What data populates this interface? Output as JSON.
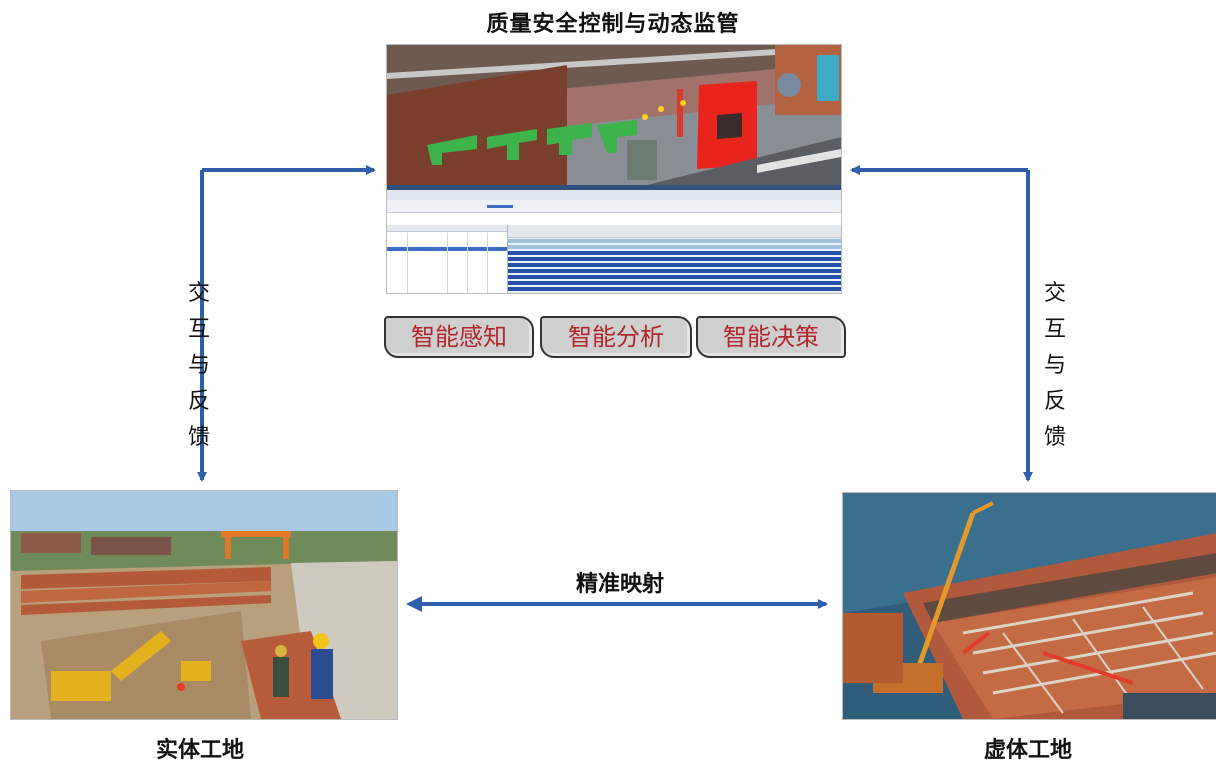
{
  "title": "质量安全控制与动态监管",
  "buttons": [
    "智能感知",
    "智能分析",
    "智能决策"
  ],
  "left_arrow_label": [
    "交",
    "互",
    "与",
    "反",
    "馈"
  ],
  "right_arrow_label": [
    "交",
    "互",
    "与",
    "反",
    "馈"
  ],
  "mapping_label": "精准映射",
  "real_site_label": "实体工地",
  "virtual_site_label": "虚体工地",
  "colors": {
    "arrow": "#2f5faa",
    "button_text": "#b3262c",
    "button_bg": "#cfcfcf"
  }
}
